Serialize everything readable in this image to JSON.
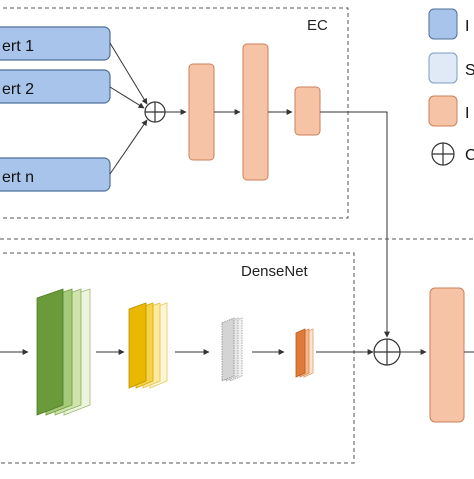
{
  "ec_panel": {
    "title": "EC",
    "expert_boxes": [
      "ert 1",
      "ert 2",
      "ert n"
    ]
  },
  "densenet_panel": {
    "title": "DenseNet"
  },
  "legend": {
    "items": [
      {
        "label": "I",
        "color": "#a9c4eb"
      },
      {
        "label": "S",
        "color": "#dfeaf6"
      },
      {
        "label": "I",
        "color": "#f6c3a7"
      },
      {
        "label": "C",
        "color": "#ffffff"
      }
    ]
  },
  "colors": {
    "expert_fill": "#a9c4eb",
    "expert_stroke": "#4e6f9a",
    "layer_fill": "#f6c3a7",
    "layer_stroke": "#c9805a",
    "dash": "#555555",
    "green_dark": "#6a9a3a",
    "green_light": "#cfe3ad",
    "yellow_dark": "#e9b800",
    "yellow_light": "#fbeaa0",
    "gray": "#bfbfbf",
    "orange": "#e07a3a"
  }
}
